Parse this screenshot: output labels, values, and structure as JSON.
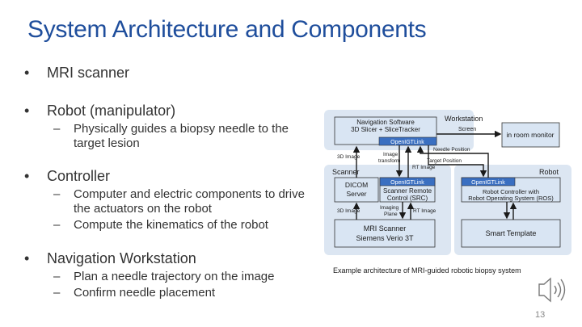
{
  "title": "System Architecture and Components",
  "bullets": [
    {
      "text": "MRI scanner",
      "subs": []
    },
    {
      "text": "Robot (manipulator)",
      "subs": [
        "Physically guides a biopsy needle to the target lesion"
      ]
    },
    {
      "text": "Controller",
      "subs": [
        "Computer and electric components to drive the actuators on the robot",
        "Compute the kinematics of the robot"
      ]
    },
    {
      "text": "Navigation Workstation",
      "subs": [
        "Plan a needle trajectory on the image",
        "Confirm needle placement"
      ]
    }
  ],
  "bullet_glyph": "•",
  "sub_glyph": "–",
  "diagram": {
    "workstation_label": "Workstation",
    "nav_software_line1": "Navigation Software",
    "nav_software_line2": "3D Slicer + SliceTracker",
    "openigtlink": "OpenIGTLink",
    "in_room_monitor": "in room monitor",
    "screen": "Screen",
    "scanner_label": "Scanner",
    "robot_label": "Robot",
    "dicom_line1": "DICOM",
    "dicom_line2": "Server",
    "src_line1": "Scanner Remote",
    "src_line2": "Control (SRC)",
    "mri_line1": "MRI Scanner",
    "mri_line2": "Siemens Verio 3T",
    "robot_controller_line1": "Robot Controller with",
    "robot_controller_line2": "Robot Operating System (ROS)",
    "smart_template": "Smart Template",
    "image_3d_a": "3D Image",
    "image_3d_b": "3D Image",
    "image_transform_line1": "Image",
    "image_transform_line2": "transform",
    "rt_image_a": "RT Image",
    "rt_image_b": "RT Image",
    "needle_position": "Needle Position",
    "target_position": "Target Position",
    "imaging_plane_line1": "Imaging",
    "imaging_plane_line2": "Plane",
    "caption": "Example architecture of MRI-guided robotic biopsy system"
  },
  "colors": {
    "title": "#1f4e9c",
    "panel": "#dce6f2",
    "box_fill": "#d9e5f3",
    "tag_fill": "#3a6fc1"
  },
  "icons": {
    "audio": "speaker-icon"
  },
  "page_number": "13"
}
